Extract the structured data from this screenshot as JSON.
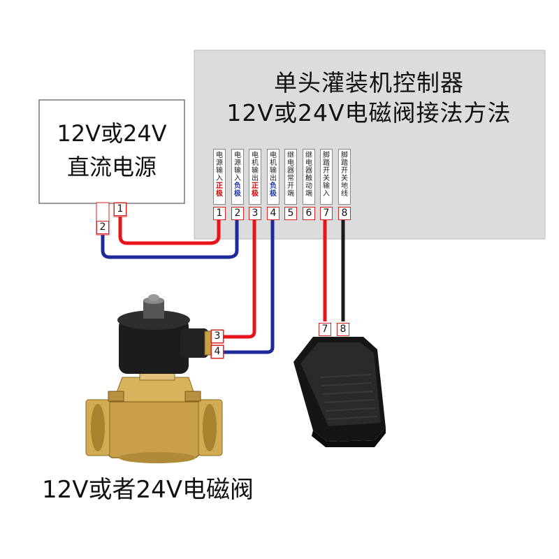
{
  "controller": {
    "title_line1": "单头灌装机控制器",
    "title_line2": "12V或24V电磁阀接法方法",
    "terminals": [
      {
        "num": "1",
        "label_plain": "电源输入",
        "label_hl": "正极",
        "hl": "red"
      },
      {
        "num": "2",
        "label_plain": "电源输入",
        "label_hl": "负极",
        "hl": "blue"
      },
      {
        "num": "3",
        "label_plain": "电机输出",
        "label_hl": "正极",
        "hl": "red"
      },
      {
        "num": "4",
        "label_plain": "电机输出",
        "label_hl": "负极",
        "hl": "blue"
      },
      {
        "num": "5",
        "label_plain": "继电器常开端",
        "label_hl": "",
        "hl": ""
      },
      {
        "num": "6",
        "label_plain": "继电器触动端",
        "label_hl": "",
        "hl": ""
      },
      {
        "num": "7",
        "label_plain": "脚踏开关输入",
        "label_hl": "",
        "hl": ""
      },
      {
        "num": "8",
        "label_plain": "脚踏开关地线",
        "label_hl": "",
        "hl": ""
      }
    ]
  },
  "power_supply": {
    "line1": "12V或24V",
    "line2": "直流电源",
    "terminal_pos": "1",
    "terminal_neg": "2"
  },
  "valve": {
    "caption": "12V或者24V电磁阀",
    "terminal_a": "3",
    "terminal_b": "4"
  },
  "pedal": {
    "terminal_a": "7",
    "terminal_b": "8"
  },
  "colors": {
    "positive_wire": "#e8141b",
    "negative_wire": "#1e2a9a",
    "ground_wire": "#1a1a1a",
    "panel": "#dcdcdc"
  }
}
